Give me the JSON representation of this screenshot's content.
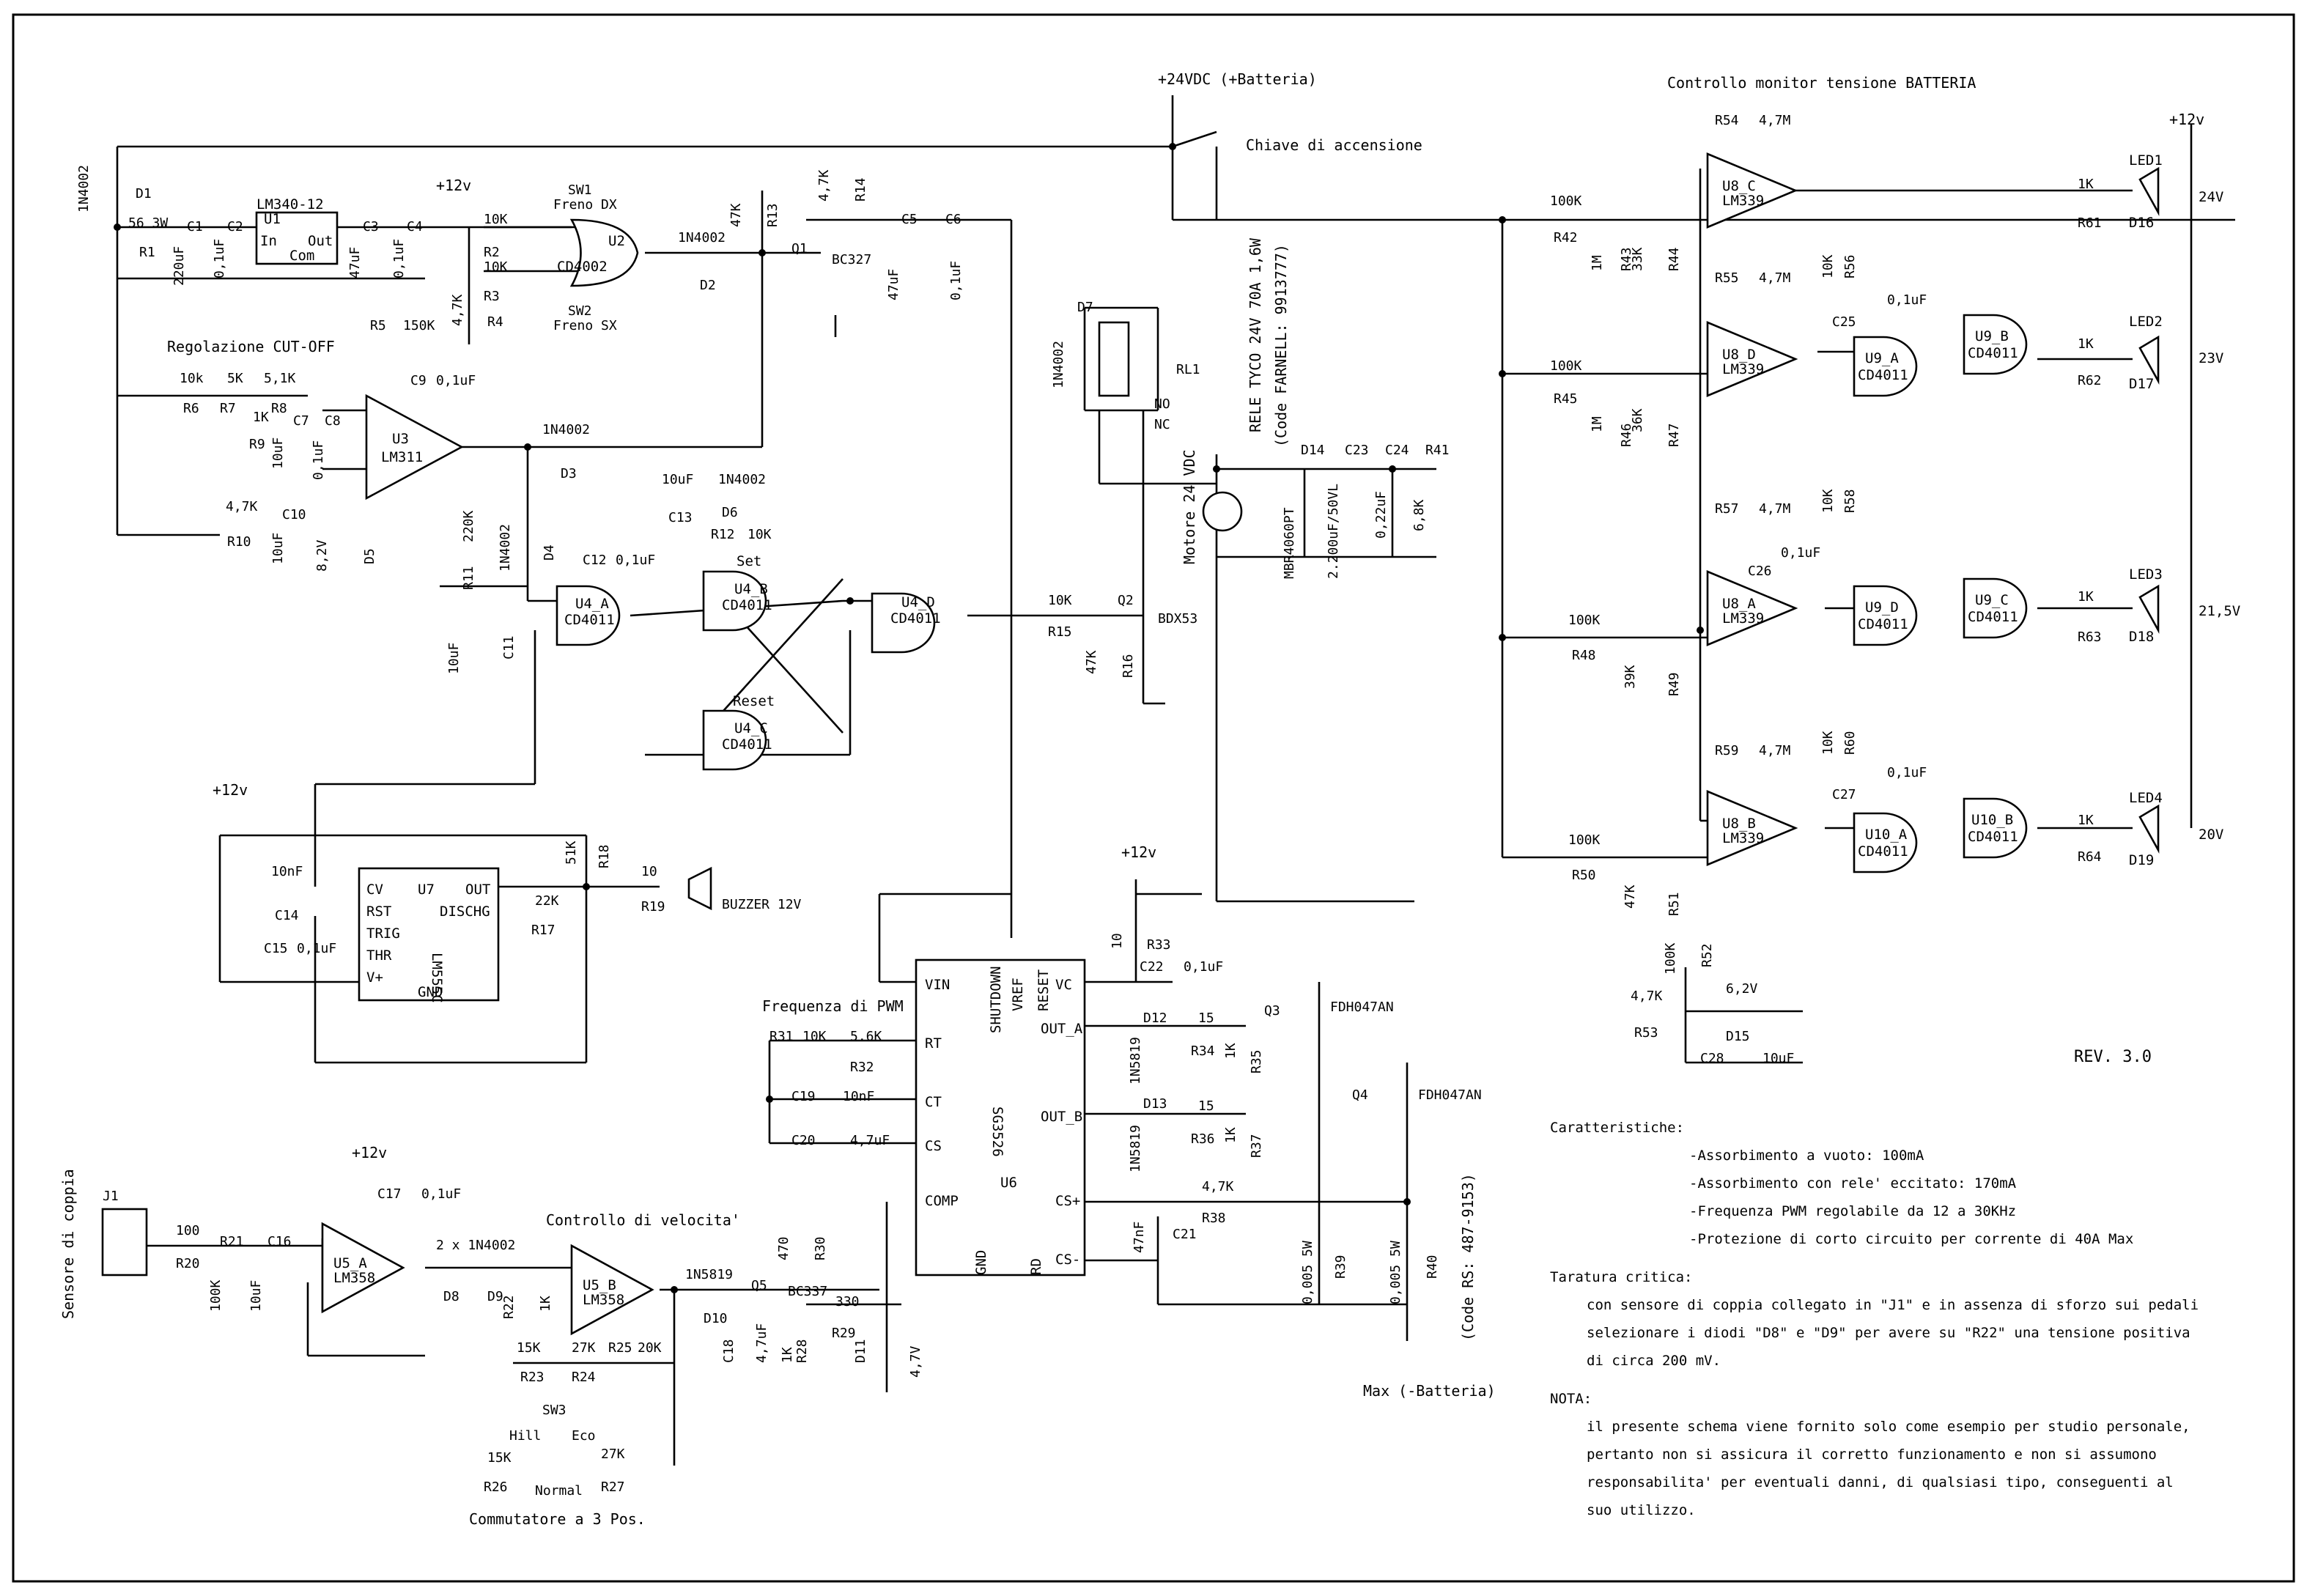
{
  "sections": {
    "battery_monitor": "Controllo monitor tensione BATTERIA",
    "cutoff": "Regolazione CUT-OFF",
    "speed": "Controllo di velocita'",
    "pwm_freq": "Frequenza di PWM",
    "switch3": "Commutatore a 3 Pos.",
    "torque_sensor": "Sensore di coppia"
  },
  "supply": {
    "plus24": "+24VDC (+Batteria)",
    "key": "Chiave di accensione",
    "minus": "Max (-Batteria)",
    "plus12": "+12v",
    "relay_code": "RELE TYCO 24V 70A 1,6W",
    "farnell": "(Code FARNELL: 9913777)",
    "motor": "Motore 24 VDC",
    "rs_code": "(Code RS: 487-9153)"
  },
  "chips": {
    "u1": [
      "U1",
      "LM340-12",
      "In",
      "Out",
      "Com"
    ],
    "u2": [
      "U2",
      "CD4002"
    ],
    "u3": [
      "U3",
      "LM311"
    ],
    "u4a": [
      "U4_A",
      "CD4011"
    ],
    "u4b": [
      "U4_B",
      "CD4011",
      "Set"
    ],
    "u4c": [
      "U4_C",
      "CD4011",
      "Reset"
    ],
    "u4d": [
      "U4_D",
      "CD4011"
    ],
    "u7": [
      "U7",
      "LM555C",
      "CV",
      "RST",
      "TRIG",
      "THR",
      "V+",
      "OUT",
      "DISCHG",
      "GND"
    ],
    "u6": [
      "U6",
      "SG3526",
      "VIN",
      "SHUTDOWN",
      "VREF",
      "RESET",
      "VC",
      "OUT_A",
      "OUT_B",
      "RT",
      "CT",
      "CS",
      "COMP",
      "CS+",
      "CS-",
      "GND",
      "RD"
    ],
    "u5a": [
      "U5_A",
      "LM358"
    ],
    "u5b": [
      "U5_B",
      "LM358"
    ],
    "u8c": [
      "U8_C",
      "LM339"
    ],
    "u8d": [
      "U8_D",
      "LM339"
    ],
    "u8a": [
      "U8_A",
      "LM339"
    ],
    "u8b": [
      "U8_B",
      "LM339"
    ],
    "u9a": [
      "U9_A",
      "CD4011"
    ],
    "u9b": [
      "U9_B",
      "CD4011"
    ],
    "u9c": [
      "U9_C",
      "CD4011"
    ],
    "u9d": [
      "U9_D",
      "CD4011"
    ],
    "u10a": [
      "U10_A",
      "CD4011"
    ],
    "u10b": [
      "U10_B",
      "CD4011"
    ]
  },
  "parts": {
    "d1": [
      "1N4002",
      "D1"
    ],
    "r1": [
      "56 3W",
      "R1"
    ],
    "c1": [
      "C1",
      "220uF"
    ],
    "c2": [
      "C2",
      "0,1uF"
    ],
    "c3": [
      "C3",
      "47uF"
    ],
    "c4": [
      "C4",
      "0,1uF"
    ],
    "sw1": [
      "SW1",
      "Freno DX"
    ],
    "sw2": [
      "SW2",
      "Freno SX"
    ],
    "r2": [
      "10K",
      "R2"
    ],
    "r3": [
      "10K",
      "R3"
    ],
    "r4": [
      "4,7K",
      "R4"
    ],
    "d2": [
      "1N4002",
      "D2"
    ],
    "r13": [
      "47K",
      "R13"
    ],
    "r14": [
      "4,7K",
      "R14"
    ],
    "q1": [
      "Q1",
      "BC327"
    ],
    "c5": [
      "C5",
      "47uF"
    ],
    "c6": [
      "C6",
      "0,1uF"
    ],
    "r5": [
      "R5",
      "150K"
    ],
    "r6": [
      "10k",
      "R6"
    ],
    "r7": [
      "5K",
      "R7"
    ],
    "r8": [
      "5,1K",
      "R8"
    ],
    "r9": [
      "1K",
      "R9"
    ],
    "c7": [
      "C7",
      "10uF"
    ],
    "c8": [
      "C8",
      "0,1uF"
    ],
    "c9": [
      "C9",
      "0,1uF"
    ],
    "d3": [
      "1N4002",
      "D3"
    ],
    "r10": [
      "4,7K",
      "R10"
    ],
    "c10": [
      "C10",
      "10uF"
    ],
    "d5": [
      "8,2V",
      "D5"
    ],
    "r11": [
      "R11",
      "220K"
    ],
    "d4": [
      "1N4002",
      "D4"
    ],
    "c11": [
      "10uF",
      "C11"
    ],
    "c12": [
      "C12",
      "0,1uF"
    ],
    "c13": [
      "10uF",
      "C13"
    ],
    "d6": [
      "1N4002",
      "D6"
    ],
    "r12": [
      "R12",
      "10K"
    ],
    "r15": [
      "10K",
      "R15"
    ],
    "r16": [
      "47K",
      "R16"
    ],
    "q2": [
      "Q2",
      "BDX53"
    ],
    "d7": [
      "D7",
      "1N4002"
    ],
    "rl1": [
      "RL1",
      "NO",
      "NC"
    ],
    "d14": [
      "D14",
      "MBR4060PT"
    ],
    "c23": [
      "C23",
      "2.200uF/50VL"
    ],
    "c24": [
      "C24",
      "0,22uF"
    ],
    "r41": [
      "R41",
      "6,8K"
    ],
    "c14": [
      "10nF",
      "C14"
    ],
    "c15": [
      "C15",
      "0,1uF"
    ],
    "r18": [
      "51K",
      "R18"
    ],
    "r17": [
      "22K",
      "R17"
    ],
    "r19": [
      "10",
      "R19"
    ],
    "buzzer": [
      "BUZZER 12V"
    ],
    "r33": [
      "10",
      "R33"
    ],
    "c22": [
      "C22",
      "0,1uF"
    ],
    "r31": [
      "R31",
      "10K"
    ],
    "r32": [
      "5.6K",
      "R32"
    ],
    "c19": [
      "C19",
      "10nF"
    ],
    "c20": [
      "C20",
      "4,7uF"
    ],
    "d12": [
      "D12",
      "1N5819"
    ],
    "r34": [
      "15",
      "R34"
    ],
    "r35": [
      "1K",
      "R35"
    ],
    "d13": [
      "D13",
      "1N5819"
    ],
    "r36": [
      "15",
      "R36"
    ],
    "r37": [
      "1K",
      "R37"
    ],
    "r38": [
      "4,7K",
      "R38"
    ],
    "c21": [
      "47nF",
      "C21"
    ],
    "q3": [
      "Q3",
      "FDH047AN"
    ],
    "q4": [
      "Q4",
      "FDH047AN"
    ],
    "r39": [
      "0,005 5W",
      "R39"
    ],
    "r40": [
      "0,005 5W",
      "R40"
    ],
    "j1": [
      "J1"
    ],
    "r20": [
      "100",
      "R20"
    ],
    "r21": [
      "R21",
      "100K"
    ],
    "c16": [
      "C16",
      "10uF"
    ],
    "c17": [
      "C17",
      "0,1uF"
    ],
    "d8": [
      "2 x 1N4002",
      "D8"
    ],
    "d9": [
      "D9"
    ],
    "r22": [
      "R22",
      "1K"
    ],
    "r23": [
      "15K",
      "R23"
    ],
    "r24": [
      "27K",
      "R24"
    ],
    "r25": [
      "R25",
      "20K"
    ],
    "d10": [
      "1N5819",
      "D10"
    ],
    "q5": [
      "Q5",
      "BC337"
    ],
    "r30": [
      "470",
      "R30"
    ],
    "c18": [
      "C18",
      "4,7uF"
    ],
    "r28": [
      "1K",
      "R28"
    ],
    "r29": [
      "330",
      "R29"
    ],
    "d11": [
      "D11",
      "4,7V"
    ],
    "sw3": [
      "SW3",
      "Hill",
      "Eco",
      "Normal"
    ],
    "r26": [
      "15K",
      "R26"
    ],
    "r27": [
      "27K",
      "R27"
    ],
    "r54": [
      "R54",
      "4,7M"
    ],
    "r42": [
      "100K",
      "R42"
    ],
    "r43": [
      "1M",
      "R43"
    ],
    "r44": [
      "33K",
      "R44"
    ],
    "r55": [
      "R55",
      "4,7M"
    ],
    "r56": [
      "10K",
      "R56"
    ],
    "c25": [
      "C25",
      "0,1uF"
    ],
    "r45": [
      "100K",
      "R45"
    ],
    "r46": [
      "1M",
      "R46"
    ],
    "r47": [
      "36K",
      "R47"
    ],
    "r57": [
      "R57",
      "4,7M"
    ],
    "r58": [
      "10K",
      "R58"
    ],
    "c26": [
      "C26",
      "0,1uF"
    ],
    "r48": [
      "100K",
      "R48"
    ],
    "r49": [
      "39K",
      "R49"
    ],
    "r59": [
      "R59",
      "4,7M"
    ],
    "r60": [
      "10K",
      "R60"
    ],
    "c27": [
      "C27",
      "0,1uF"
    ],
    "r50": [
      "100K",
      "R50"
    ],
    "r51": [
      "47K",
      "R51"
    ],
    "r52": [
      "100K",
      "R52"
    ],
    "r53": [
      "4,7K",
      "R53"
    ],
    "d15": [
      "6,2V",
      "D15"
    ],
    "c28": [
      "C28",
      "10uF"
    ],
    "r61": [
      "1K",
      "R61"
    ],
    "r62": [
      "1K",
      "R62"
    ],
    "r63": [
      "1K",
      "R63"
    ],
    "r64": [
      "1K",
      "R64"
    ]
  },
  "leds": [
    {
      "name": "LED1",
      "diode": "D16",
      "volt": "24V"
    },
    {
      "name": "LED2",
      "diode": "D17",
      "volt": "23V"
    },
    {
      "name": "LED3",
      "diode": "D18",
      "volt": "21,5V"
    },
    {
      "name": "LED4",
      "diode": "D19",
      "volt": "20V"
    }
  ],
  "rev": "REV. 3.0",
  "notes": {
    "title": "Caratteristiche:",
    "bullets": [
      "-Assorbimento a vuoto: 100mA",
      "-Assorbimento con rele' eccitato: 170mA",
      "-Frequenza PWM regolabile da 12 a 30KHz",
      "-Protezione di corto circuito per corrente di 40A Max"
    ],
    "cal_title": "Taratura critica:",
    "cal_lines": [
      "con sensore di coppia collegato in \"J1\" e in assenza di sforzo sui pedali",
      "selezionare i diodi \"D8\" e \"D9\" per avere su \"R22\" una tensione positiva",
      "di circa 200 mV."
    ],
    "nota_title": "NOTA:",
    "nota_lines": [
      "il presente schema viene fornito solo come esempio per studio personale,",
      "pertanto non si assicura il corretto funzionamento e non si assumono",
      "responsabilita' per eventuali danni, di qualsiasi tipo, conseguenti al",
      "suo utilizzo."
    ]
  }
}
